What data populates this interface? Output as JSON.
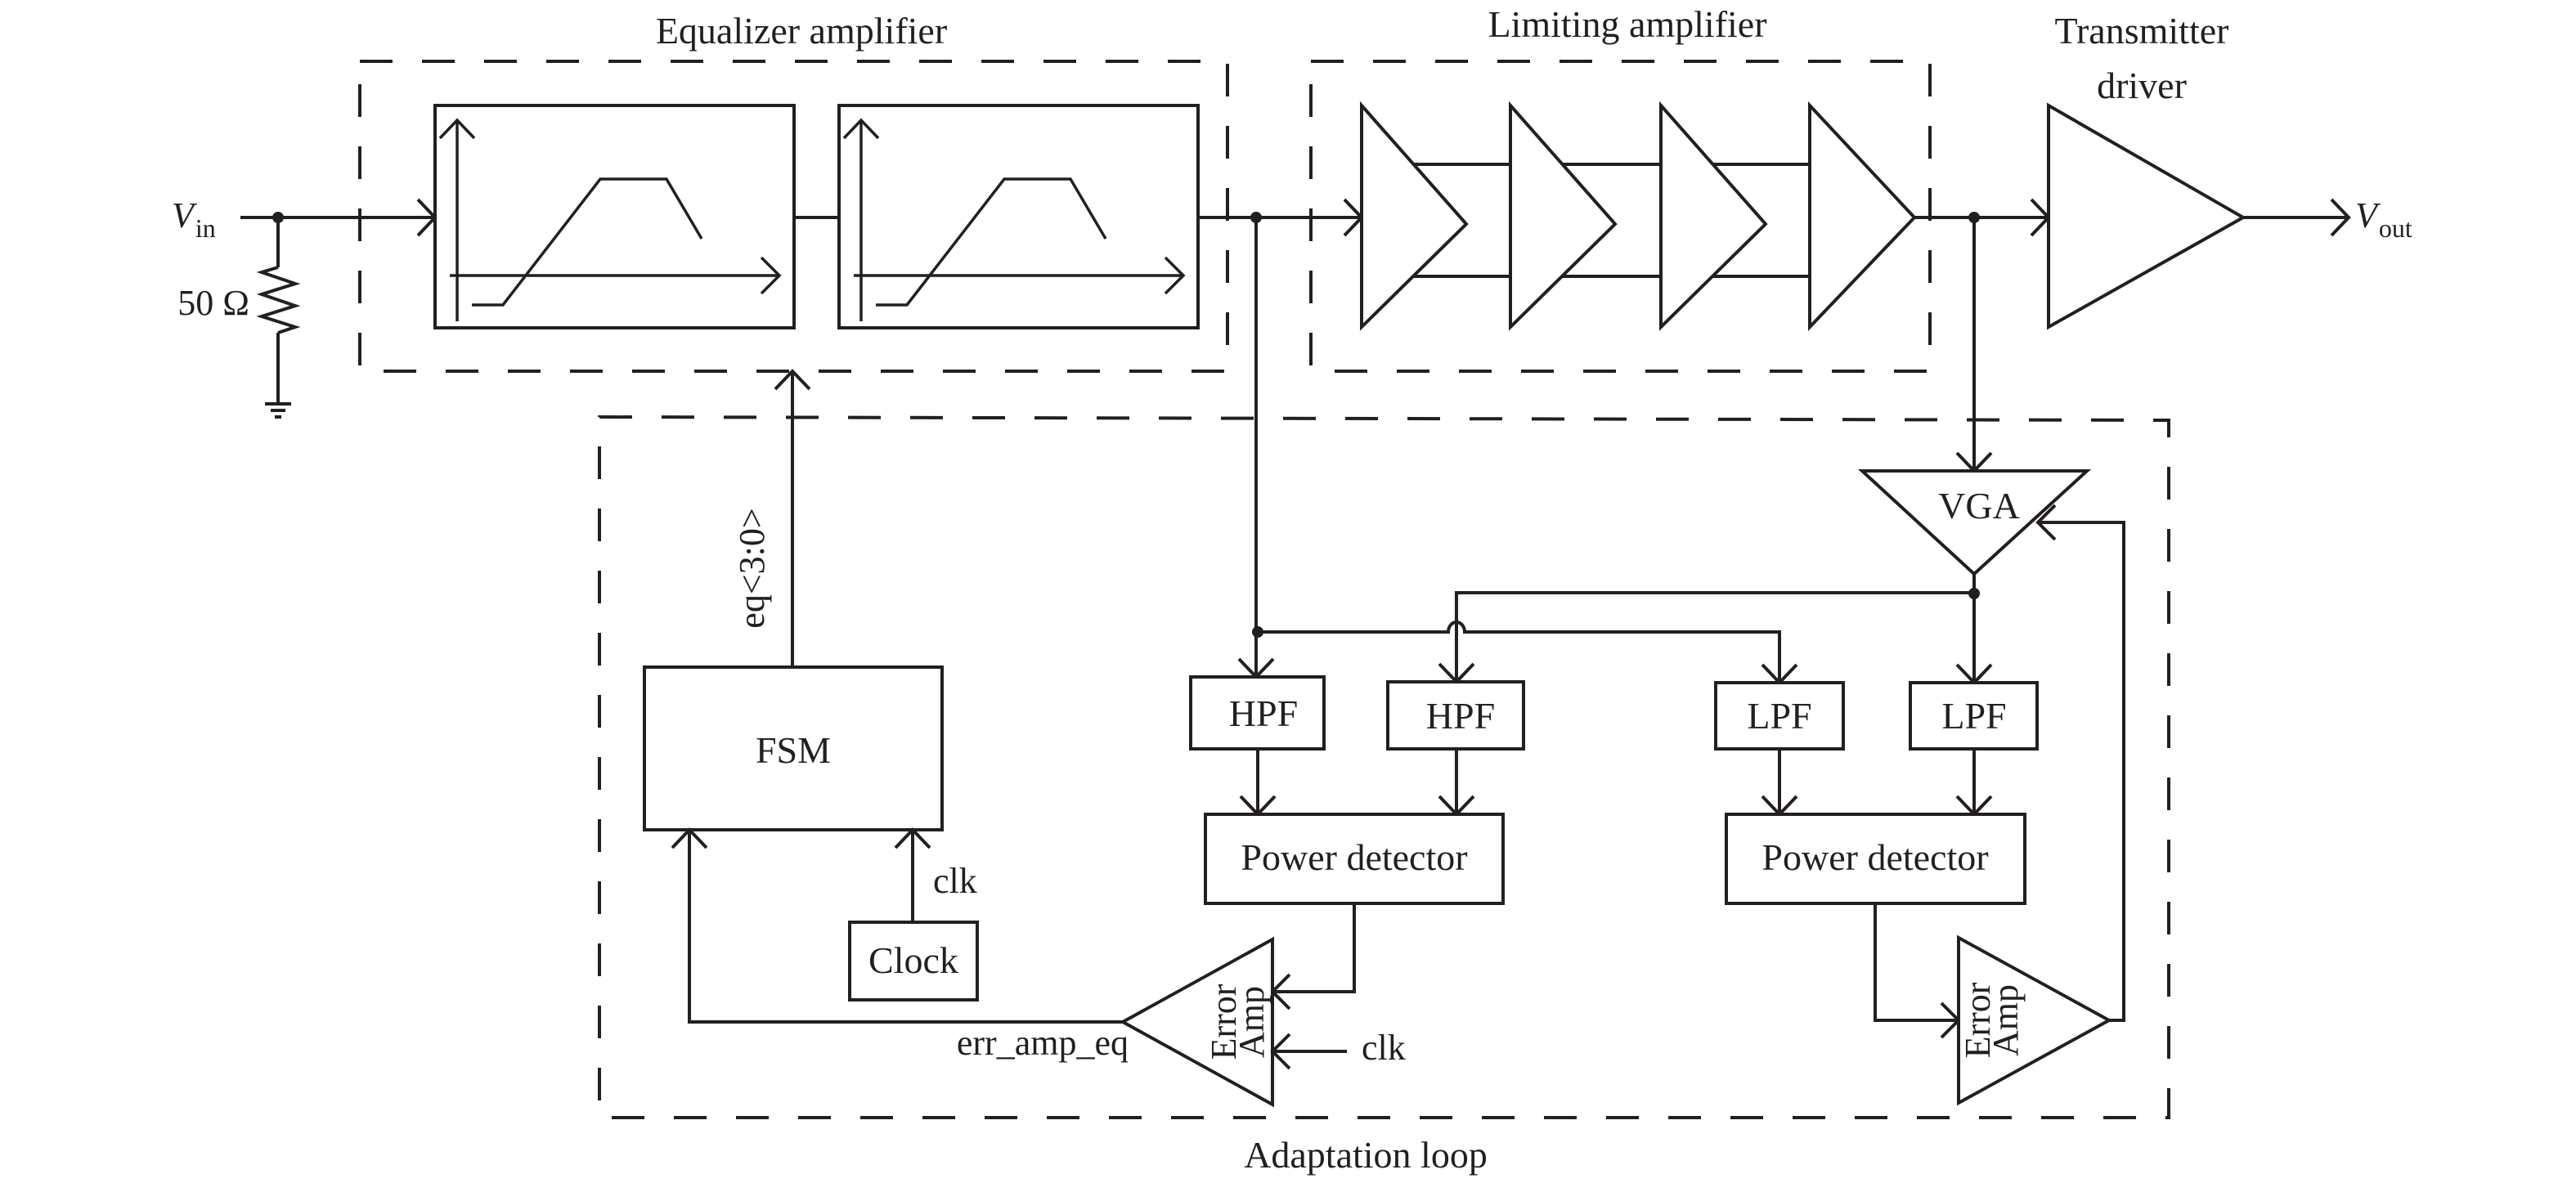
{
  "sections": {
    "equalizer": "Equalizer amplifier",
    "limiting": "Limiting amplifier",
    "driver_line1": "Transmitter",
    "driver_line2": "driver",
    "adaptation": "Adaptation loop"
  },
  "signals": {
    "vin_main": "V",
    "vin_sub": "in",
    "vout_main": "V",
    "vout_sub": "out",
    "resistor": "50 Ω",
    "eq_bus": "eq<3:0>",
    "clk_fsm": "clk",
    "clk_err": "clk",
    "err_out": "err_amp_eq"
  },
  "blocks": {
    "fsm": "FSM",
    "clock": "Clock",
    "hpf1": "HPF",
    "hpf2": "HPF",
    "lpf1": "LPF",
    "lpf2": "LPF",
    "pd1": "Power detector",
    "pd2": "Power detector",
    "vga": "VGA",
    "err1_line1": "Error",
    "err1_line2": "Amp",
    "err2_line1": "Error",
    "err2_line2": "Amp"
  },
  "limiting_stages": 4,
  "equalizer_stages": 2,
  "colors": {
    "ink": "#231f20",
    "background": "#ffffff"
  }
}
